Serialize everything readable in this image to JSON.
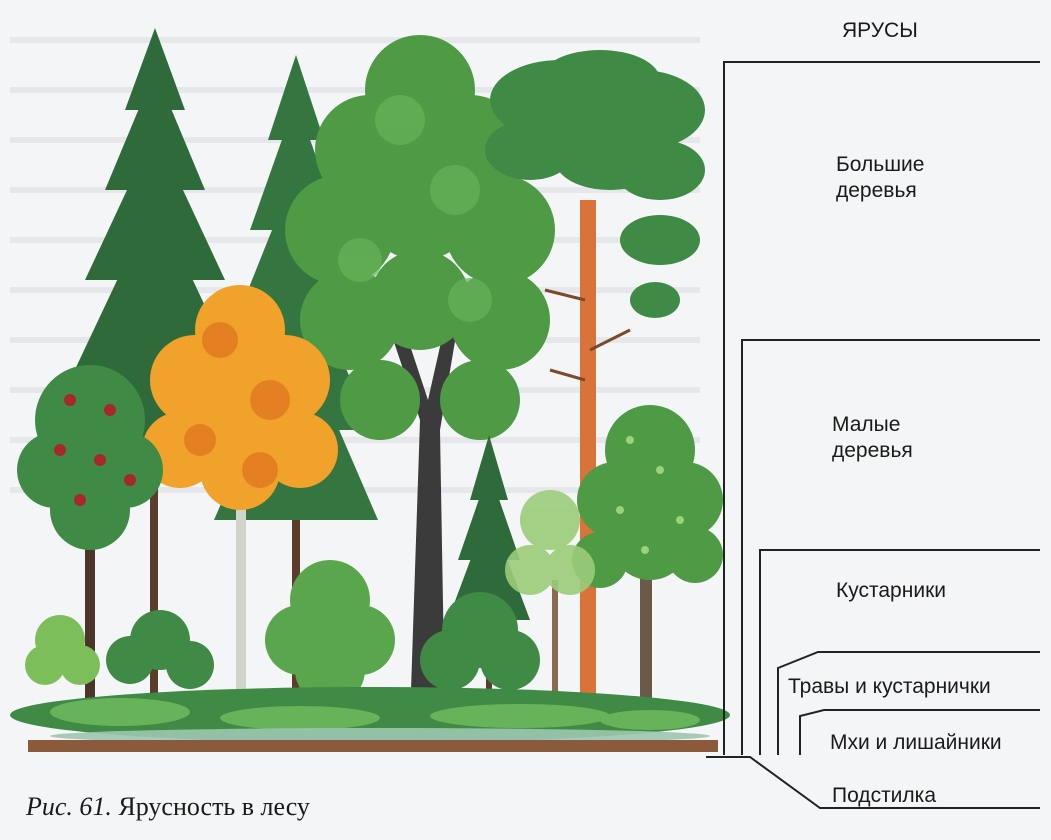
{
  "diagram": {
    "heading": "ЯРУСЫ",
    "layers": [
      {
        "id": "large-trees",
        "lines": [
          "Большие",
          "деревья"
        ]
      },
      {
        "id": "small-trees",
        "lines": [
          "Малые",
          "деревья"
        ]
      },
      {
        "id": "shrubs",
        "lines": [
          "Кустарники"
        ]
      },
      {
        "id": "herbs",
        "lines": [
          "Травы и кустарнички"
        ]
      },
      {
        "id": "mosses",
        "lines": [
          "Мхи и лишайники"
        ]
      },
      {
        "id": "litter",
        "lines": [
          "Подстилка"
        ]
      }
    ],
    "caption": {
      "prefix": "Рис. 61.",
      "text": "Ярусность в лесу"
    }
  },
  "colors": {
    "spruce": "#2f6b3a",
    "pine_trunk": "#d9733a",
    "autumn": "#f0a22a",
    "birch_green": "#4f9a45",
    "light_green": "#7cbf5a",
    "line": "#222222",
    "soil": "#8b5a3c"
  }
}
